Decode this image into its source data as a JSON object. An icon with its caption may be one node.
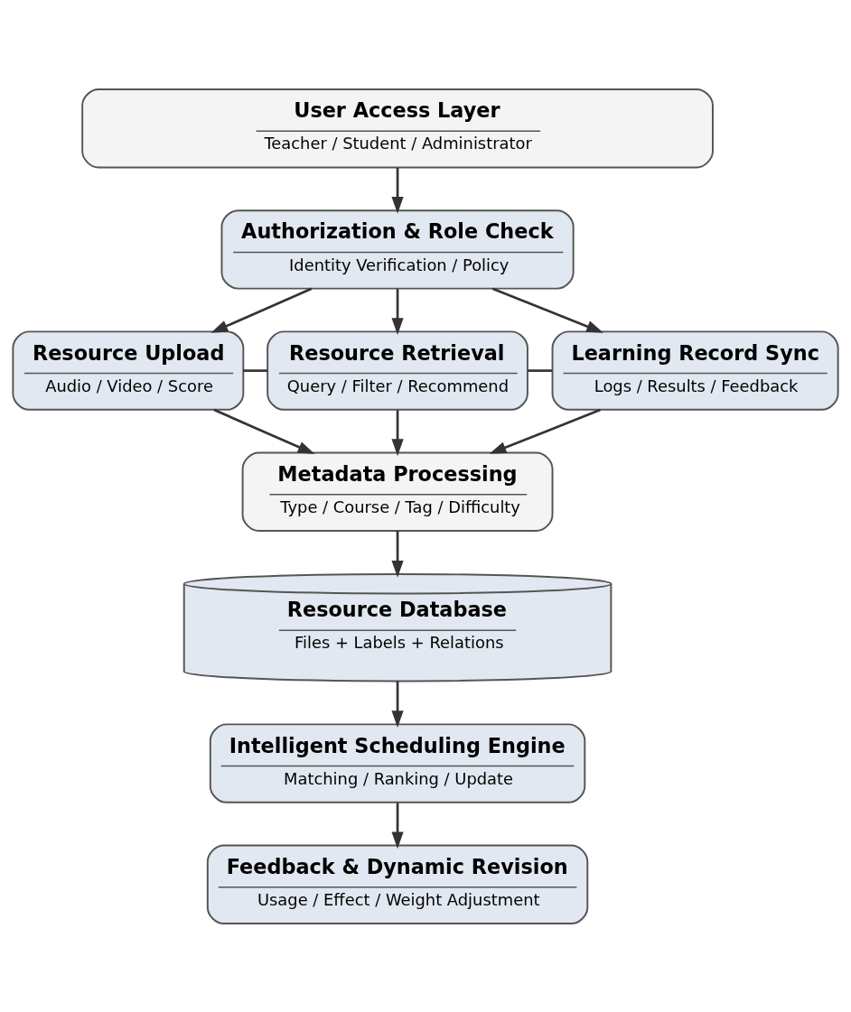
{
  "diagram": {
    "nodes": [
      {
        "text": [
          "User Access Layer",
          "Teacher / Student / Administrator"
        ]
      },
      {
        "text": [
          "Authorization & Role Check",
          "Identity Verification / Policy"
        ]
      },
      {
        "text": [
          "Resource Upload",
          "Audio / Video / Score"
        ]
      },
      {
        "text": [
          "Resource Retrieval",
          "Query / Filter / Recommend"
        ]
      },
      {
        "text": [
          "Learning Record Sync",
          "Logs / Results / Feedback"
        ]
      },
      {
        "text": [
          "Metadata Processing",
          "Type / Course / Tag / Difficulty"
        ]
      },
      {
        "text": [
          "Resource Database",
          "Files + Labels + Relations"
        ]
      },
      {
        "text": [
          "Intelligent Scheduling Engine",
          "Matching / Ranking / Update"
        ]
      },
      {
        "text": [
          "Feedback & Dynamic Revision",
          "Usage / Effect / Weight Adjustment"
        ]
      }
    ],
    "edges": [
      {
        "from": 0,
        "to": 1,
        "arrow": "to"
      },
      {
        "from": 1,
        "to": 2,
        "arrow": "to"
      },
      {
        "from": 1,
        "to": 3,
        "arrow": "to"
      },
      {
        "from": 1,
        "to": 4,
        "arrow": "to"
      },
      {
        "from": 2,
        "to": 3,
        "arrow": "none"
      },
      {
        "from": 3,
        "to": 4,
        "arrow": "none"
      },
      {
        "from": 2,
        "to": 5,
        "arrow": "to"
      },
      {
        "from": 3,
        "to": 5,
        "arrow": "to"
      },
      {
        "from": 4,
        "to": 5,
        "arrow": "to"
      },
      {
        "from": 5,
        "to": 6,
        "arrow": "to"
      },
      {
        "from": 6,
        "to": 7,
        "arrow": "to"
      },
      {
        "from": 7,
        "to": 8,
        "arrow": "to"
      }
    ]
  }
}
